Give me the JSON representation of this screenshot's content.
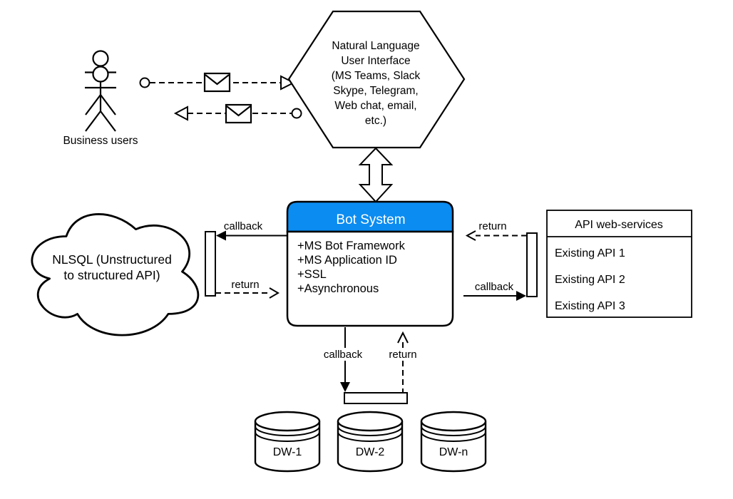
{
  "diagram": {
    "actor": {
      "label": "Business users"
    },
    "hexagon": {
      "lines": [
        "Natural Language",
        "User Interface",
        "(MS Teams, Slack",
        "Skype, Telegram,",
        "Web chat, email,",
        "etc.)"
      ]
    },
    "cloud": {
      "lines": [
        "NLSQL (Unstructured",
        "to structured API)"
      ]
    },
    "bot_system": {
      "title": "Bot System",
      "attributes": [
        "+MS Bot Framework",
        "+MS Application ID",
        "+SSL",
        "+Asynchronous"
      ],
      "header_color": "#0b8cf1"
    },
    "api_box": {
      "title": "API web-services",
      "items": [
        "Existing API 1",
        "Existing API 2",
        "Existing API 3"
      ]
    },
    "databases": [
      "DW-1",
      "DW-2",
      "DW-n"
    ],
    "flows": {
      "nlsql_callback": "callback",
      "nlsql_return": "return",
      "api_return": "return",
      "api_callback": "callback",
      "dw_callback": "callback",
      "dw_return": "return"
    },
    "colors": {
      "stroke": "#000000",
      "accent_blue": "#0b8cf1",
      "background": "#ffffff"
    }
  }
}
